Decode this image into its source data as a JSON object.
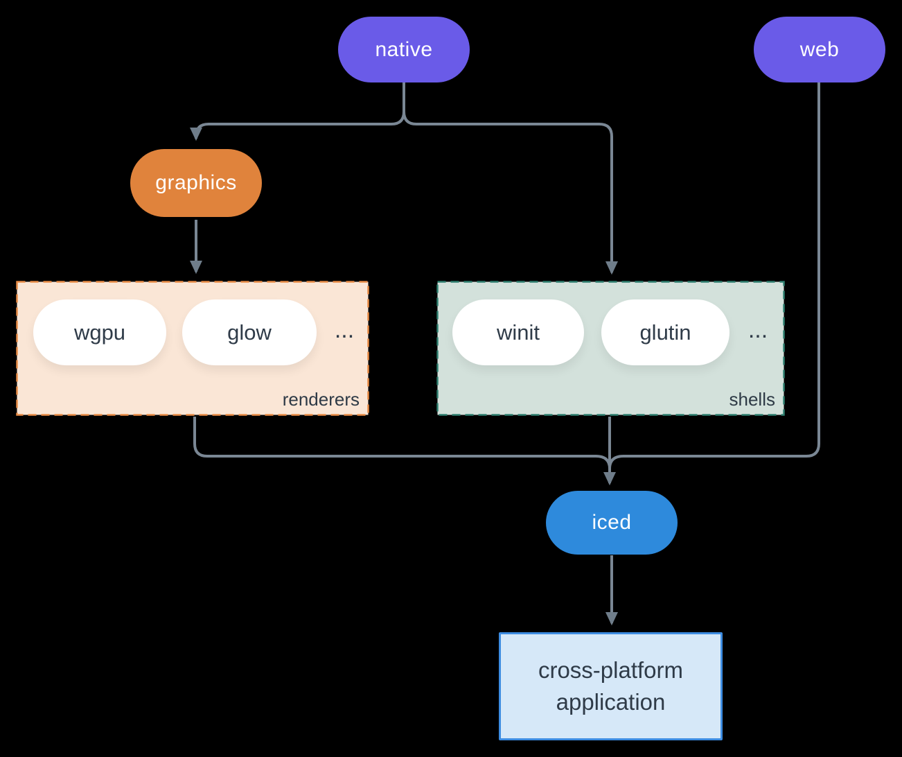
{
  "diagram": {
    "nodes": {
      "native": {
        "label": "native"
      },
      "web": {
        "label": "web"
      },
      "graphics": {
        "label": "graphics"
      },
      "iced": {
        "label": "iced"
      },
      "application": {
        "line1": "cross-platform",
        "line2": "application"
      }
    },
    "groups": {
      "renderers": {
        "label": "renderers",
        "items": [
          "wgpu",
          "glow"
        ],
        "ellipsis": "..."
      },
      "shells": {
        "label": "shells",
        "items": [
          "winit",
          "glutin"
        ],
        "ellipsis": "..."
      }
    },
    "colors": {
      "background": "#000000",
      "native_pill": "#6A5BE8",
      "web_pill": "#6A5BE8",
      "graphics_pill": "#E0833C",
      "iced_pill": "#2E8ADC",
      "item_pill_bg": "#FFFFFF",
      "renderers_bg": "#FAE6D6",
      "renderers_border": "#E88B45",
      "shells_bg": "#D3E1DB",
      "shells_border": "#2E7F6F",
      "app_box_bg": "#D6E8F8",
      "app_box_border": "#3D8CE1",
      "dark_text": "#2F3B48",
      "light_text": "#FFFFFF",
      "connector": "#7A8794"
    }
  }
}
